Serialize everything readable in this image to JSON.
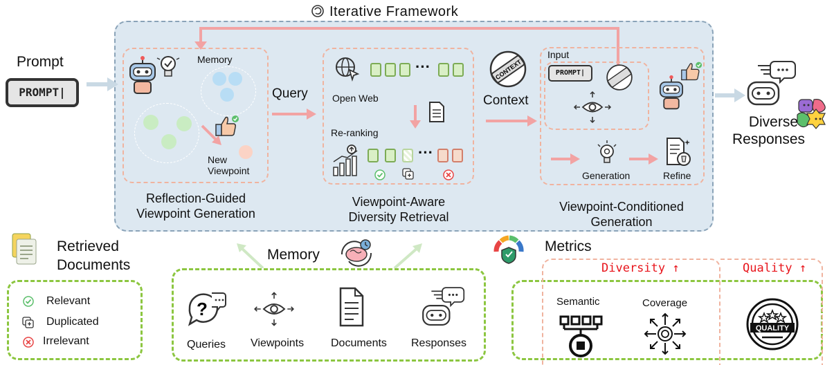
{
  "framework": {
    "title": "Iterative Framework"
  },
  "prompt": {
    "label": "Prompt",
    "badge": "PROMPT|"
  },
  "stage1": {
    "memory_label": "Memory",
    "new_viewpoint": "New\nViewpoint",
    "caption": "Reflection-Guided\nViewpoint Generation"
  },
  "arrows": {
    "query": "Query",
    "context": "Context"
  },
  "stage2": {
    "open_web": "Open Web",
    "reranking": "Re-ranking",
    "caption": "Viewpoint-Aware\nDiversity Retrieval"
  },
  "context_icon": "CONTEXT",
  "stage3": {
    "input": "Input",
    "prompt_badge": "PROMPT|",
    "generation": "Generation",
    "refine": "Refine",
    "caption": "Viewpoint-Conditioned\nGeneration"
  },
  "output": {
    "label": "Diverse\nResponses"
  },
  "legend": {
    "title": "Retrieved\nDocuments",
    "items": [
      "Relevant",
      "Duplicated",
      "Irrelevant"
    ]
  },
  "memory_section": {
    "title": "Memory",
    "items": [
      "Queries",
      "Viewpoints",
      "Documents",
      "Responses"
    ]
  },
  "metrics": {
    "title": "Metrics",
    "diversity": "Diversity ↑",
    "quality": "Quality ↑",
    "semantic": "Semantic",
    "coverage": "Coverage",
    "quality_badge": "QUALITY"
  },
  "colors": {
    "framework_bg": "#dde8f1",
    "pink_dash": "#f0b39f",
    "green_dash": "#8cc640",
    "arrow": "#f2a3a3",
    "metric_red": "#e8141b"
  }
}
